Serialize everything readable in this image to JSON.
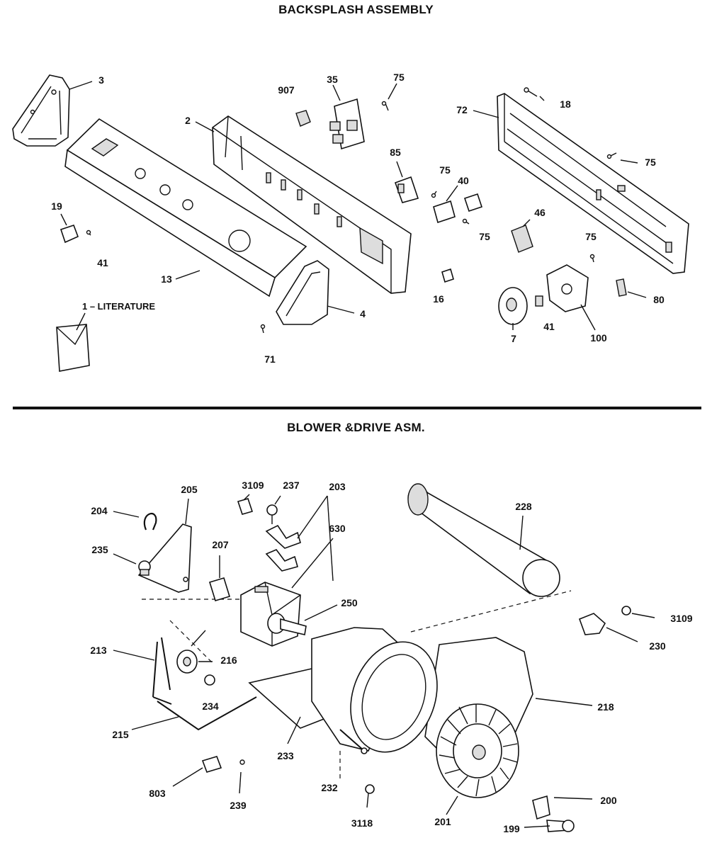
{
  "titles": {
    "top": "BACKSPLASH ASSEMBLY",
    "bottom": "BLOWER &DRIVE ASM."
  },
  "labels": [
    "3",
    "907",
    "35",
    "75",
    "18",
    "72",
    "2",
    "85",
    "75",
    "75",
    "40",
    "19",
    "46",
    "41",
    "75",
    "75",
    "13",
    "4",
    "16",
    "41",
    "7",
    "100",
    "80",
    "1 – LITERATURE",
    "71",
    "205",
    "3109",
    "237",
    "203",
    "204",
    "630",
    "228",
    "235",
    "207",
    "250",
    "3109",
    "230",
    "213",
    "216",
    "234",
    "218",
    "215",
    "233",
    "232",
    "803",
    "239",
    "3118",
    "201",
    "200",
    "199"
  ]
}
